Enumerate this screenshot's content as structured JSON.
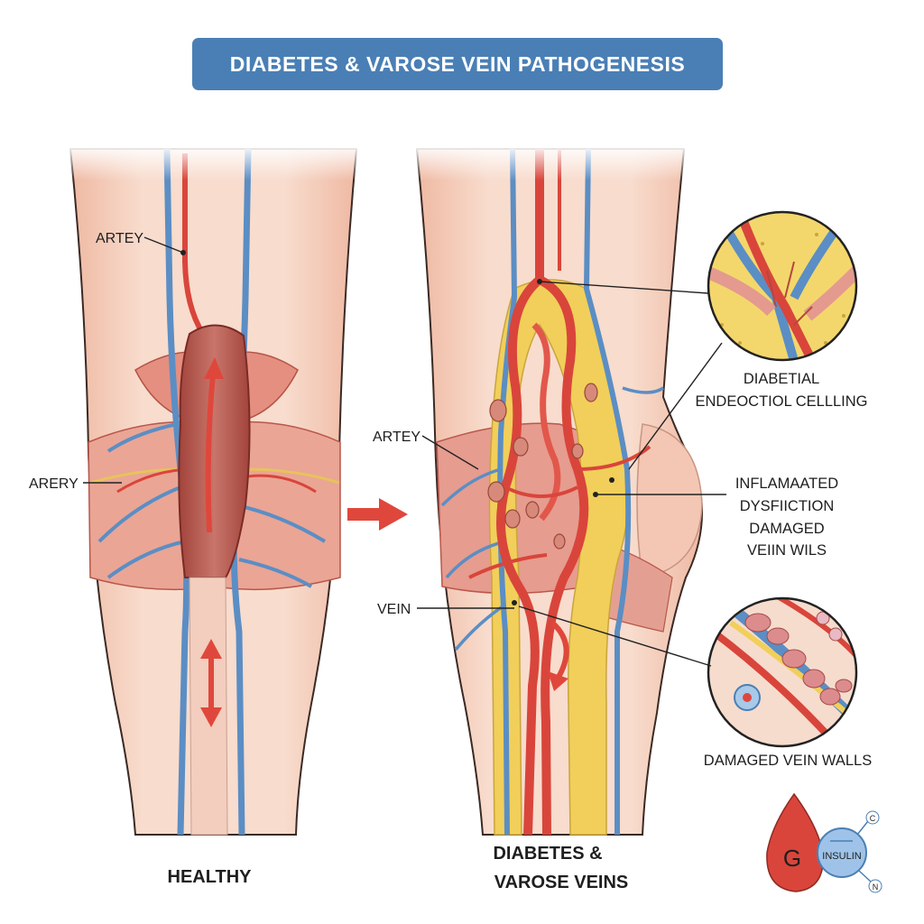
{
  "title": "DIABETES & VAROSE VEIN PATHOGENESIS",
  "left_panel": {
    "caption": "HEALTHY",
    "labels": {
      "artery_top": "ARTEY",
      "artery_side": "ARERY"
    }
  },
  "right_panel": {
    "caption_line1": "DIABETES &",
    "caption_line2": "VAROSE VEINS",
    "labels": {
      "artery": "ARTEY",
      "vein": "VEIN"
    }
  },
  "callouts": {
    "top_line1": "DIABETIAL",
    "top_line2": "ENDEOCTIOL CELLLING",
    "mid_line1": "INFLAMAATED",
    "mid_line2": "DYSFIICTION",
    "mid_line3": "DAMAGED",
    "mid_line4": "VEIIN WILS",
    "bottom": "DAMAGED VEIN WALLS"
  },
  "icon": {
    "drop_text": "G",
    "circle_text": "INSULIN",
    "badge_top": "C",
    "badge_bottom": "N"
  },
  "colors": {
    "banner": "#4a7fb5",
    "skin": "#f6d3c1",
    "artery": "#d9453b",
    "vein": "#5b8ec4",
    "fat": "#f1cf5a",
    "muscle": "#e49a8e",
    "arrow": "#e0473c"
  }
}
